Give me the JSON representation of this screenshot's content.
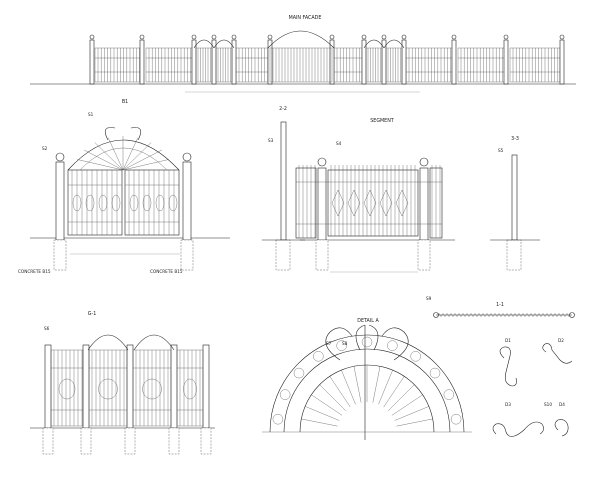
{
  "sheet": {
    "titles": {
      "main": "MAIN FACADE",
      "b1": "B1",
      "segment": "SEGMENT",
      "s22": "2-2",
      "s33": "3-3",
      "g1": "G-1",
      "detail": "DETAIL A",
      "s11": "1-1"
    },
    "details": {
      "d1": "D1",
      "d2": "D2",
      "d3": "D3",
      "d4": "D4"
    },
    "notes": {
      "concrete_left": "CONCRETE B15",
      "concrete_right": "CONCRETE B15"
    },
    "callouts": [
      "S1",
      "S2",
      "S3",
      "S4",
      "S5",
      "S6",
      "S7",
      "S8",
      "S9",
      "S10"
    ],
    "colors": {
      "line": "#222222",
      "paper": "#ffffff",
      "dim": "#777777"
    }
  }
}
